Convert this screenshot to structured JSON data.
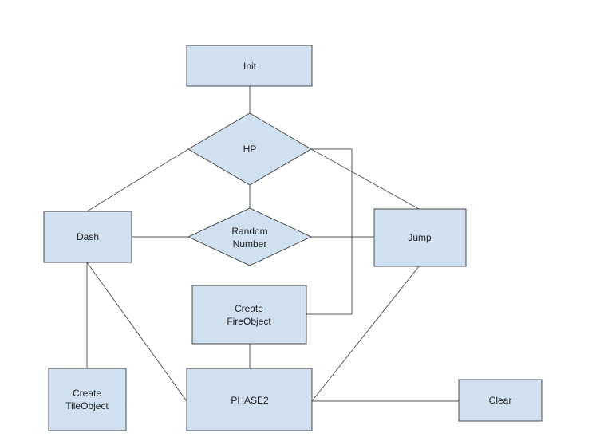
{
  "nodes": {
    "init": "Init",
    "hp": "HP",
    "dash": "Dash",
    "random_line1": "Random",
    "random_line2": "Number",
    "jump": "Jump",
    "fire_line1": "Create",
    "fire_line2": "FireObject",
    "tile_line1": "Create",
    "tile_line2": "TileObject",
    "phase2": "PHASE2",
    "clear": "Clear"
  },
  "colors": {
    "node_fill": "#cfe0f1",
    "node_stroke": "#4a4a4a",
    "edge": "#555555"
  }
}
